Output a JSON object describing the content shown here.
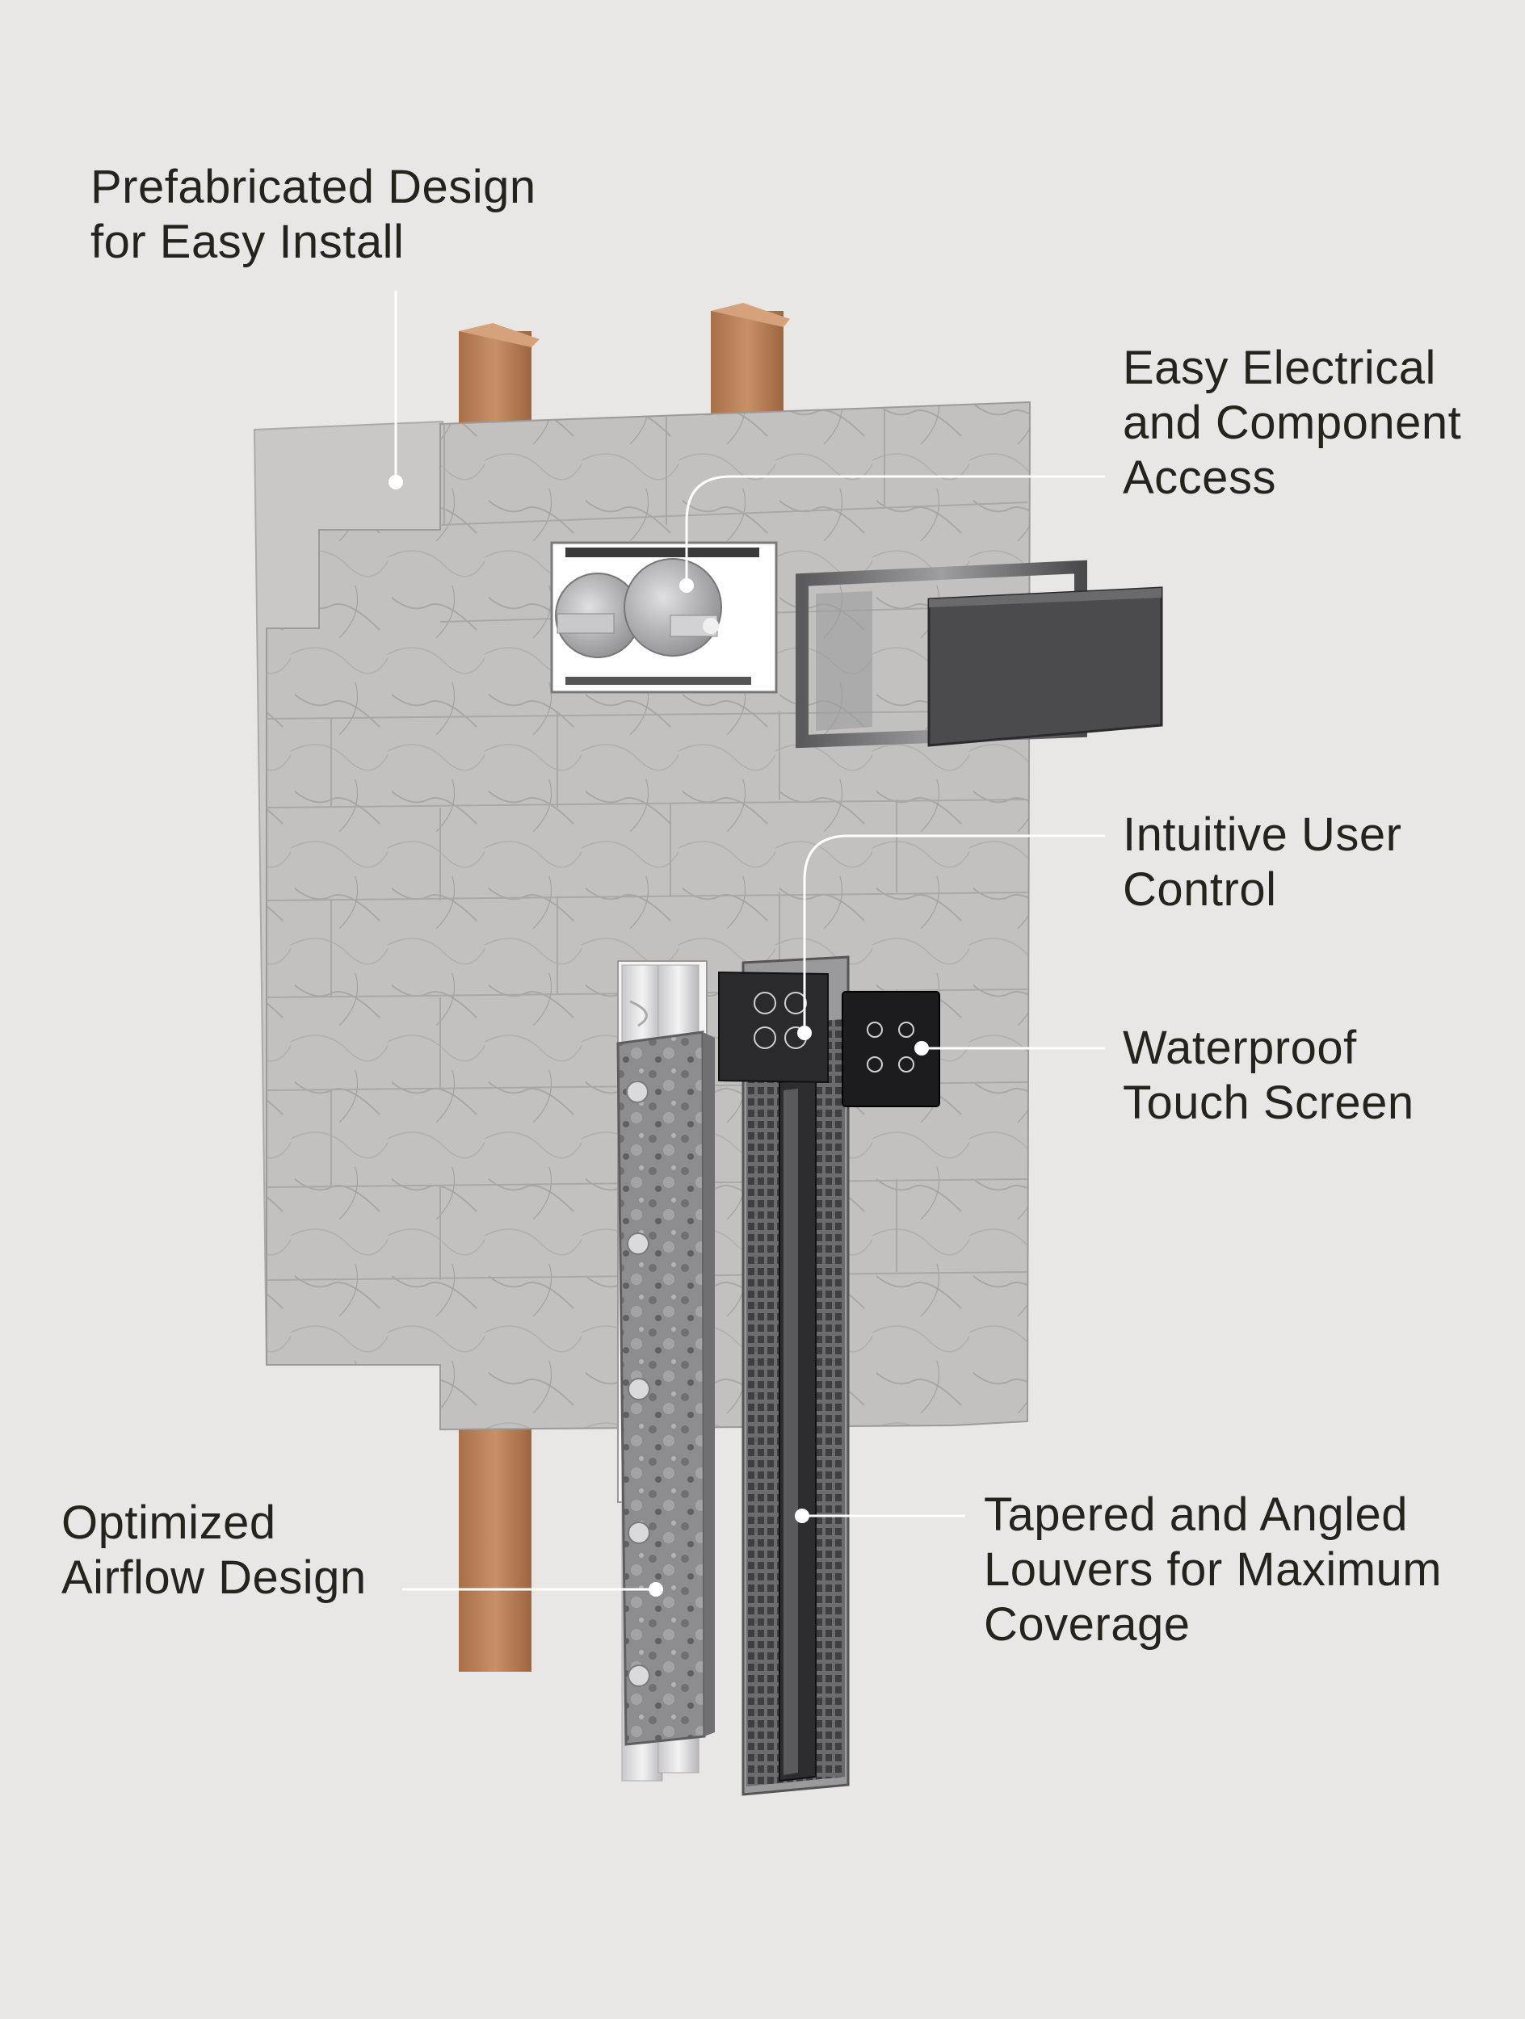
{
  "callouts": {
    "prefab": {
      "lines": [
        "Prefabricated Design",
        "for Easy Install"
      ]
    },
    "electric": {
      "lines": [
        "Easy Electrical",
        "and Component",
        "Access"
      ]
    },
    "control": {
      "lines": [
        "Intuitive User",
        "Control"
      ]
    },
    "touch": {
      "lines": [
        "Waterproof",
        "Touch Screen"
      ]
    },
    "airflow": {
      "lines": [
        "Optimized",
        "Airflow Design"
      ]
    },
    "louvers": {
      "lines": [
        "Tapered and Angled",
        "Louvers for Maximum",
        "Coverage"
      ]
    }
  },
  "colors": {
    "background": "#e8e7e5",
    "text": "#26231f",
    "leader_line": "#ffffff",
    "marble": "#bdbcbb",
    "wood_stud": "#b88258",
    "panel_dark": "#3a3a3c",
    "touch_glass": "#1c1c1e"
  }
}
